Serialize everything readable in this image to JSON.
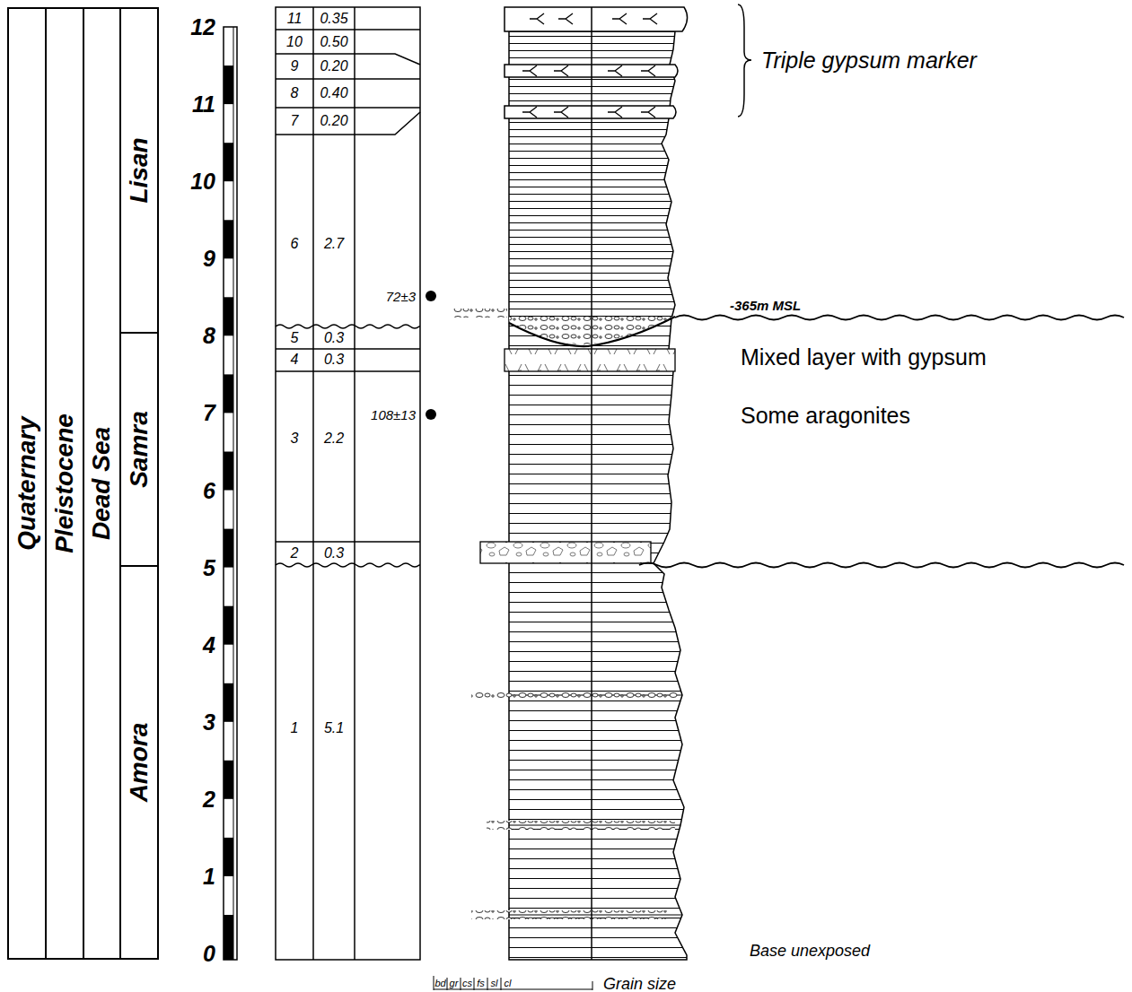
{
  "diagram": {
    "nodes": [
      {
        "text": [
          "Quaternary"
        ]
      },
      {
        "text": [
          "Pleistocene"
        ]
      },
      {
        "text": [
          "Dead Sea"
        ]
      },
      {
        "text": [
          "Lisan"
        ]
      },
      {
        "text": [
          "Samra"
        ]
      },
      {
        "text": [
          "Amora"
        ]
      }
    ],
    "labels": [
      "0",
      "1",
      "2",
      "3",
      "4",
      "5",
      "6",
      "7",
      "8",
      "9",
      "10",
      "11",
      "12",
      "11",
      "0.35",
      "10",
      "0.50",
      "9",
      "0.20",
      "8",
      "0.40",
      "7",
      "0.20",
      "6",
      "2.7",
      "5",
      "0.3",
      "4",
      "0.3",
      "3",
      "2.2",
      "2",
      "0.3",
      "1",
      "5.1",
      "72±3",
      "108±13",
      "Triple gypsum marker",
      "-365m MSL",
      "Mixed layer with gypsum",
      "Some aragonites",
      "Base unexposed",
      "bd",
      "gr",
      "cs",
      "fs",
      "sl",
      "cl",
      "Grain size"
    ]
  }
}
